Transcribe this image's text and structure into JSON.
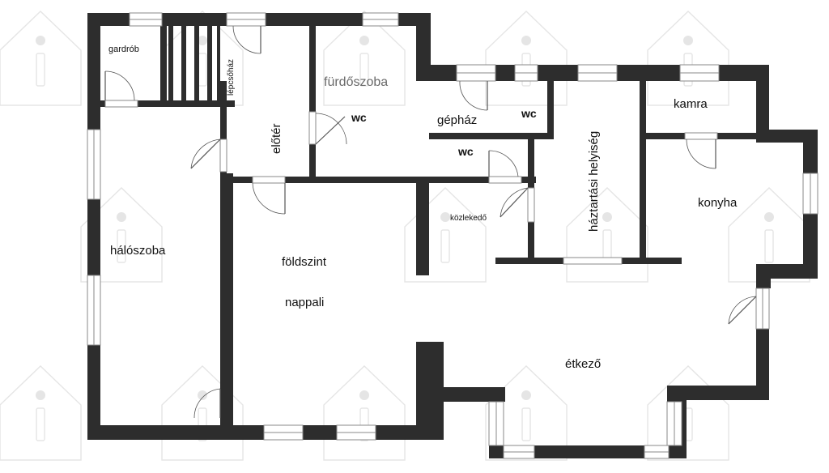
{
  "colors": {
    "wall": "#2d2d2d",
    "background": "#ffffff",
    "window": "#8a8a8a",
    "watermark": "#dadada"
  },
  "rooms": {
    "gardrob": "gardrób",
    "lepcsohaz": "lépcsőház",
    "furdoszoba": "fürdőszoba",
    "eloter": "előtér",
    "wc_upper": "wc",
    "gephaz": "gépház",
    "wc_gephaz": "wc",
    "wc_lower": "wc",
    "kamra": "kamra",
    "haztartasi": "háztartási helyiség",
    "konyha": "konyha",
    "halo": "hálószoba",
    "foldszint": "földszint",
    "nappali": "nappali",
    "kozlekedo": "közlekedő",
    "etkezo": "étkező"
  },
  "watermark_icon": "house-info-icon"
}
